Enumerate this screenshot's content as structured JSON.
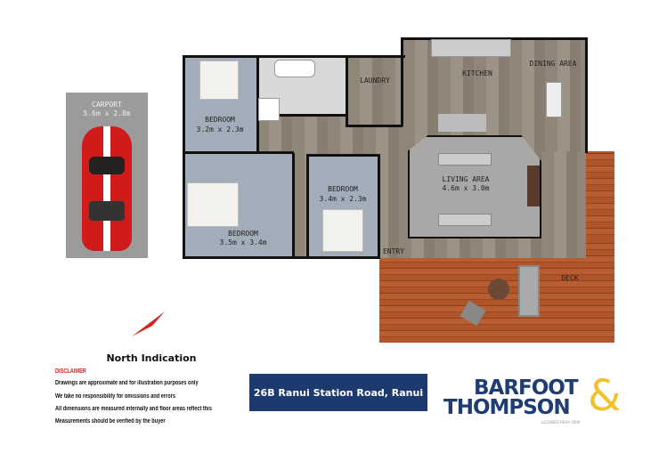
{
  "rooms": {
    "carport": {
      "name": "CARPORT",
      "size": "5.6m x 2.8m"
    },
    "bedroom1": {
      "name": "BEDROOM",
      "size": "3.2m x 2.3m"
    },
    "bedroom2": {
      "name": "BEDROOM",
      "size": "3.5m x 3.4m"
    },
    "bedroom3": {
      "name": "BEDROOM",
      "size": "3.4m x 2.3m"
    },
    "laundry": {
      "name": "LAUNDRY"
    },
    "kitchen": {
      "name": "KITCHEN"
    },
    "dining": {
      "name": "DINING AREA"
    },
    "living": {
      "name": "LIVING AREA",
      "size": "4.6m x 3.0m"
    },
    "entry": {
      "name": "ENTRY"
    },
    "deck": {
      "name": "DECK"
    }
  },
  "north": {
    "title": "North Indication"
  },
  "disclaimer": {
    "heading": "DISCLAIMER",
    "lines": [
      "Drawings are approximate and for illustration purposes only",
      "We take no responsibility for omissions and errors",
      "All dimensions are measured internally and floor areas reflect this",
      "Measurements should be verified by the buyer"
    ]
  },
  "address": "26B Ranui Station Road, Ranui",
  "logo": {
    "line1": "BARFOOT",
    "line2": "THOMPSON",
    "amp": "&",
    "sub": "LICENSED REAA 2008"
  },
  "colors": {
    "navy": "#1c3a6e",
    "logo_blue": "#1f3d73",
    "logo_gold": "#f2c12e",
    "disclaimer_red": "#d62020"
  }
}
